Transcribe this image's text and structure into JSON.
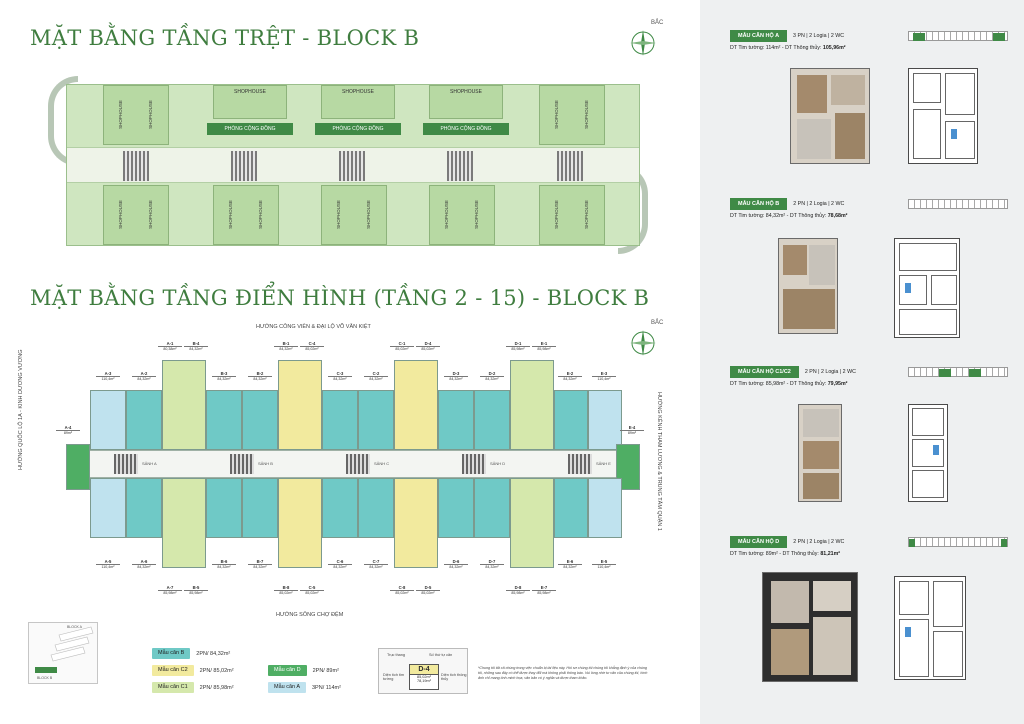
{
  "titles": {
    "ground": "MẶT BẰNG TẦNG TRỆT - BLOCK B",
    "typical": "MẶT BẰNG TẦNG ĐIỂN HÌNH (TẦNG 2 - 15) - BLOCK B"
  },
  "compass_label": "BẮC",
  "ground_floor": {
    "shophouse": "SHOPHOUSE",
    "community_room": "PHÒNG CỘNG ĐỒNG"
  },
  "typical_floor": {
    "top_direction": "HƯỚNG CÔNG VIÊN & ĐẠI LỘ VÕ VĂN KIỆT",
    "bottom_direction": "HƯỚNG SÔNG CHỢ ĐỆM",
    "left_direction": "HƯỚNG QUỐC LỘ 1A - KINH DƯƠNG VƯƠNG",
    "right_direction": "HƯỚNG KÊNH THAM LƯƠNG & TRUNG TÂM QUẬN 1",
    "lobbies": [
      "SẢNH A",
      "SẢNH B",
      "SẢNH C",
      "SẢNH D",
      "SẢNH E"
    ],
    "top_tags": [
      {
        "code": "A-3",
        "area": "110,4m²"
      },
      {
        "code": "A-2",
        "area": "84,32m²"
      },
      {
        "code": "A-1",
        "area": "80,38m²"
      },
      {
        "code": "B-4",
        "area": "84,32m²"
      },
      {
        "code": "B-3",
        "area": "84,32m²"
      },
      {
        "code": "B-2",
        "area": "84,32m²"
      },
      {
        "code": "B-1",
        "area": "84,32m²"
      },
      {
        "code": "C-4",
        "area": "85,02m²"
      },
      {
        "code": "C-3",
        "area": "84,32m²"
      },
      {
        "code": "C-2",
        "area": "84,32m²"
      },
      {
        "code": "C-1",
        "area": "85,02m²"
      },
      {
        "code": "D-4",
        "area": "85,02m²"
      },
      {
        "code": "D-3",
        "area": "84,32m²"
      },
      {
        "code": "D-2",
        "area": "84,32m²"
      },
      {
        "code": "D-1",
        "area": "85,98m²"
      },
      {
        "code": "E-1",
        "area": "85,98m²"
      },
      {
        "code": "E-2",
        "area": "84,32m²"
      },
      {
        "code": "E-3",
        "area": "110,4m²"
      }
    ],
    "side_tags": [
      {
        "code": "A-4",
        "area": "89m²"
      },
      {
        "code": "E-4",
        "area": "89m²"
      }
    ],
    "bottom_tags": [
      {
        "code": "A-5",
        "area": "110,4m²"
      },
      {
        "code": "A-6",
        "area": "84,32m²"
      },
      {
        "code": "A-7",
        "area": "85,98m²"
      },
      {
        "code": "B-5",
        "area": "85,98m²"
      },
      {
        "code": "B-6",
        "area": "84,32m²"
      },
      {
        "code": "B-7",
        "area": "84,32m²"
      },
      {
        "code": "B-8",
        "area": "85,02m²"
      },
      {
        "code": "C-5",
        "area": "85,02m²"
      },
      {
        "code": "C-6",
        "area": "84,32m²"
      },
      {
        "code": "C-7",
        "area": "84,32m²"
      },
      {
        "code": "C-8",
        "area": "85,02m²"
      },
      {
        "code": "D-5",
        "area": "85,02m²"
      },
      {
        "code": "D-6",
        "area": "84,32m²"
      },
      {
        "code": "D-7",
        "area": "84,32m²"
      },
      {
        "code": "D-8",
        "area": "85,98m²"
      },
      {
        "code": "E-7",
        "area": "85,98m²"
      },
      {
        "code": "E-6",
        "area": "84,32m²"
      },
      {
        "code": "E-5",
        "area": "110,4m²"
      }
    ]
  },
  "legend": {
    "items": [
      {
        "label": "Mẫu căn B",
        "area": "2PN/ 84,32m²",
        "color": "#6fc9c6"
      },
      {
        "label": "Mẫu căn C2",
        "area": "2PN/ 85,02m²",
        "color": "#f2ea9e"
      },
      {
        "label": "Mẫu căn C1",
        "area": "2PN/ 85,98m²",
        "color": "#d5e8ac"
      },
      {
        "label": "Mẫu căn D",
        "area": "2PN/ 89m²",
        "color": "#4fae64"
      },
      {
        "label": "Mẫu căn A",
        "area": "3PN/ 114m²",
        "color": "#bfe2ee"
      }
    ],
    "sample": {
      "axis": "Trục thang",
      "unit_no": "Số thứ tự căn",
      "code": "D-4",
      "wall_area_label": "Diện tích tim tường",
      "net_area_label": "Diện tích thông thủy",
      "wall_area": "85,02m²",
      "net_area": "78,19m²"
    },
    "note": "*Chung tôi tất cả chúng trong việc chuẩn bị tài liệu này. Hồi sơ chúng tôi chúng tôi khẳng định ý của chúng tôi, những sau đây có thể được thay đổi mà không phải thông báo. Vui lòng nhờ tư vấn của chúng tôi, hình ảnh chỉ mang tính minh họa, văn bản có ý nghĩa và được tham khảo."
  },
  "keyplan": {
    "block_a": "BLOCK A",
    "block_b": "BLOCK B"
  },
  "units": [
    {
      "badge": "MẪU CĂN HỘ A",
      "spec": "3 PN | 2 Logia | 2 WC",
      "area_prefix": "DT Tim tường: 114m² - DT Thông thủy: ",
      "area_net": "105,96m²"
    },
    {
      "badge": "MẪU CĂN HỘ B",
      "spec": "2 PN | 2 Logia | 2 WC",
      "area_prefix": "DT Tim tường: 84,32m² - DT Thông thủy: ",
      "area_net": "78,68m²"
    },
    {
      "badge": "MẪU CĂN HỘ C1/C2",
      "spec": "2 PN | 2 Logia | 2 WC",
      "area_prefix": "DT Tim tường: 85,98m² - DT Thông thủy: ",
      "area_net": "79,95m²"
    },
    {
      "badge": "MẪU CĂN HỘ D",
      "spec": "2 PN | 2 Logia | 2 WC",
      "area_prefix": "DT Tim tường: 89m² - DT Thông thủy: ",
      "area_net": "81,21m²"
    }
  ]
}
